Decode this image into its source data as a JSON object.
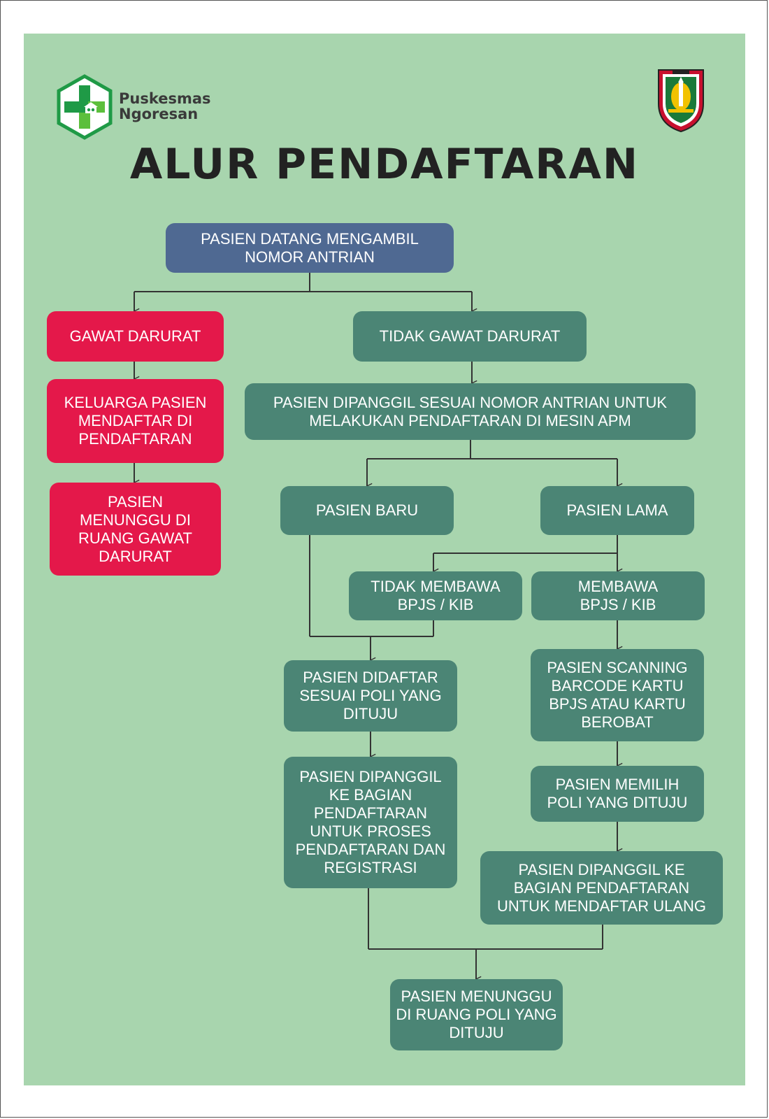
{
  "header": {
    "logo_line1": "Puskesmas",
    "logo_line2": "Ngoresan",
    "title": "ALUR PENDAFTARAN"
  },
  "flow": {
    "start": "PASIEN DATANG MENGAMBIL NOMOR ANTRIAN",
    "emergency": "GAWAT DARURAT",
    "emergency_step1": "KELUARGA PASIEN MENDAFTAR DI PENDAFTARAN",
    "emergency_step2": "PASIEN MENUNGGU DI RUANG GAWAT DARURAT",
    "non_emergency": "TIDAK GAWAT DARURAT",
    "called_apm": "PASIEN DIPANGGIL SESUAI NOMOR ANTRIAN UNTUK MELAKUKAN PENDAFTARAN DI MESIN APM",
    "new_patient": "PASIEN BARU",
    "old_patient": "PASIEN LAMA",
    "no_card": "TIDAK MEMBAWA BPJS / KIB",
    "with_card": "MEMBAWA BPJS / KIB",
    "registered_poli": "PASIEN DIDAFTAR SESUAI POLI YANG DITUJU",
    "called_registration": "PASIEN DIPANGGIL KE BAGIAN PENDAFTARAN UNTUK PROSES PENDAFTARAN DAN REGISTRASI",
    "scan_barcode": "PASIEN SCANNING BARCODE KARTU BPJS ATAU KARTU BEROBAT",
    "choose_poli": "PASIEN MEMILIH POLI YANG DITUJU",
    "called_reregister": "PASIEN DIPANGGIL KE BAGIAN PENDAFTARAN UNTUK MENDAFTAR ULANG",
    "wait_poli": "PASIEN MENUNGGU DI RUANG POLI YANG DITUJU"
  },
  "colors": {
    "background": "#a8d5ae",
    "start_box": "#4f6992",
    "emergency_box": "#e4184a",
    "process_box": "#4b8575"
  }
}
